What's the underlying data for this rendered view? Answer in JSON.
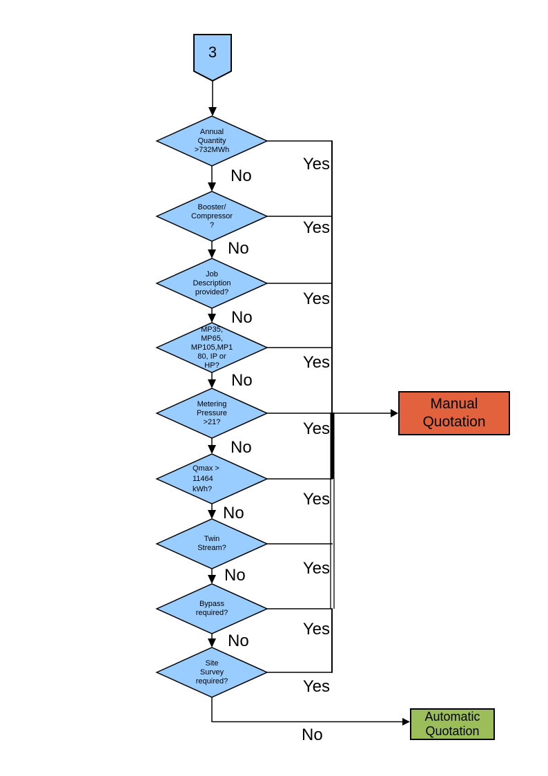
{
  "connector": {
    "label": "3"
  },
  "colors": {
    "decision_fill": "#99ccff",
    "manual_fill": "#e2623d",
    "automatic_fill": "#9bbe5a",
    "line": "#000000"
  },
  "decisions": [
    {
      "label": "Annual\nQuantity\n>732MWh",
      "yes": "Yes",
      "no": "No"
    },
    {
      "label": "Booster/\nCompressor\n?",
      "yes": "Yes",
      "no": "No"
    },
    {
      "label": "Job\nDescription\nprovided?",
      "yes": "Yes",
      "no": "No"
    },
    {
      "label": "MP35,\nMP65,\nMP105,MP1\n80, IP or\nHP?",
      "yes": "Yes",
      "no": "No"
    },
    {
      "label": "Metering\nPressure\n>21?",
      "yes": "Yes",
      "no": "No"
    },
    {
      "label": "Qmax >\n11464\nkWh?",
      "yes": "Yes",
      "no": "No"
    },
    {
      "label": "Twin\nStream?",
      "yes": "Yes",
      "no": "No"
    },
    {
      "label": "Bypass\nrequired?",
      "yes": "Yes",
      "no": "No"
    },
    {
      "label": "Site\nSurvey\nrequired?",
      "yes": "Yes",
      "no": "No"
    }
  ],
  "outcomes": {
    "manual": {
      "label": "Manual\nQuotation"
    },
    "automatic": {
      "label": "Automatic\nQuotation"
    }
  }
}
